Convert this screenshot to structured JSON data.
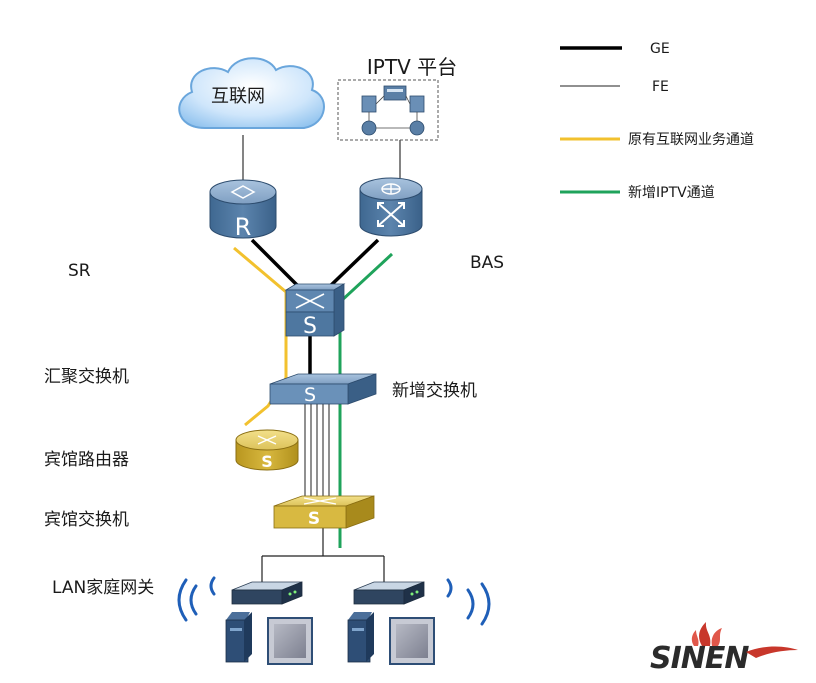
{
  "labels": {
    "internet": "互联网",
    "iptv_platform": "IPTV 平台",
    "sr": "SR",
    "bas": "BAS",
    "aggregation_switch": "汇聚交换机",
    "new_switch": "新增交换机",
    "hotel_router": "宾馆路由器",
    "hotel_switch": "宾馆交换机",
    "lan_gateway": "LAN家庭网关"
  },
  "legend": {
    "ge": "GE",
    "fe": "FE",
    "internet_channel": "原有互联网业务通道",
    "iptv_channel": "新增IPTV通道"
  },
  "glyphs": {
    "router": "R",
    "switch": "S"
  },
  "logo": {
    "text": "SINEN"
  },
  "colors": {
    "internet_channel": "#f2c12e",
    "iptv_channel": "#1fa35b",
    "ge": "#000000",
    "device_blue": "#5a7fa6",
    "device_gold": "#d4b23a"
  }
}
